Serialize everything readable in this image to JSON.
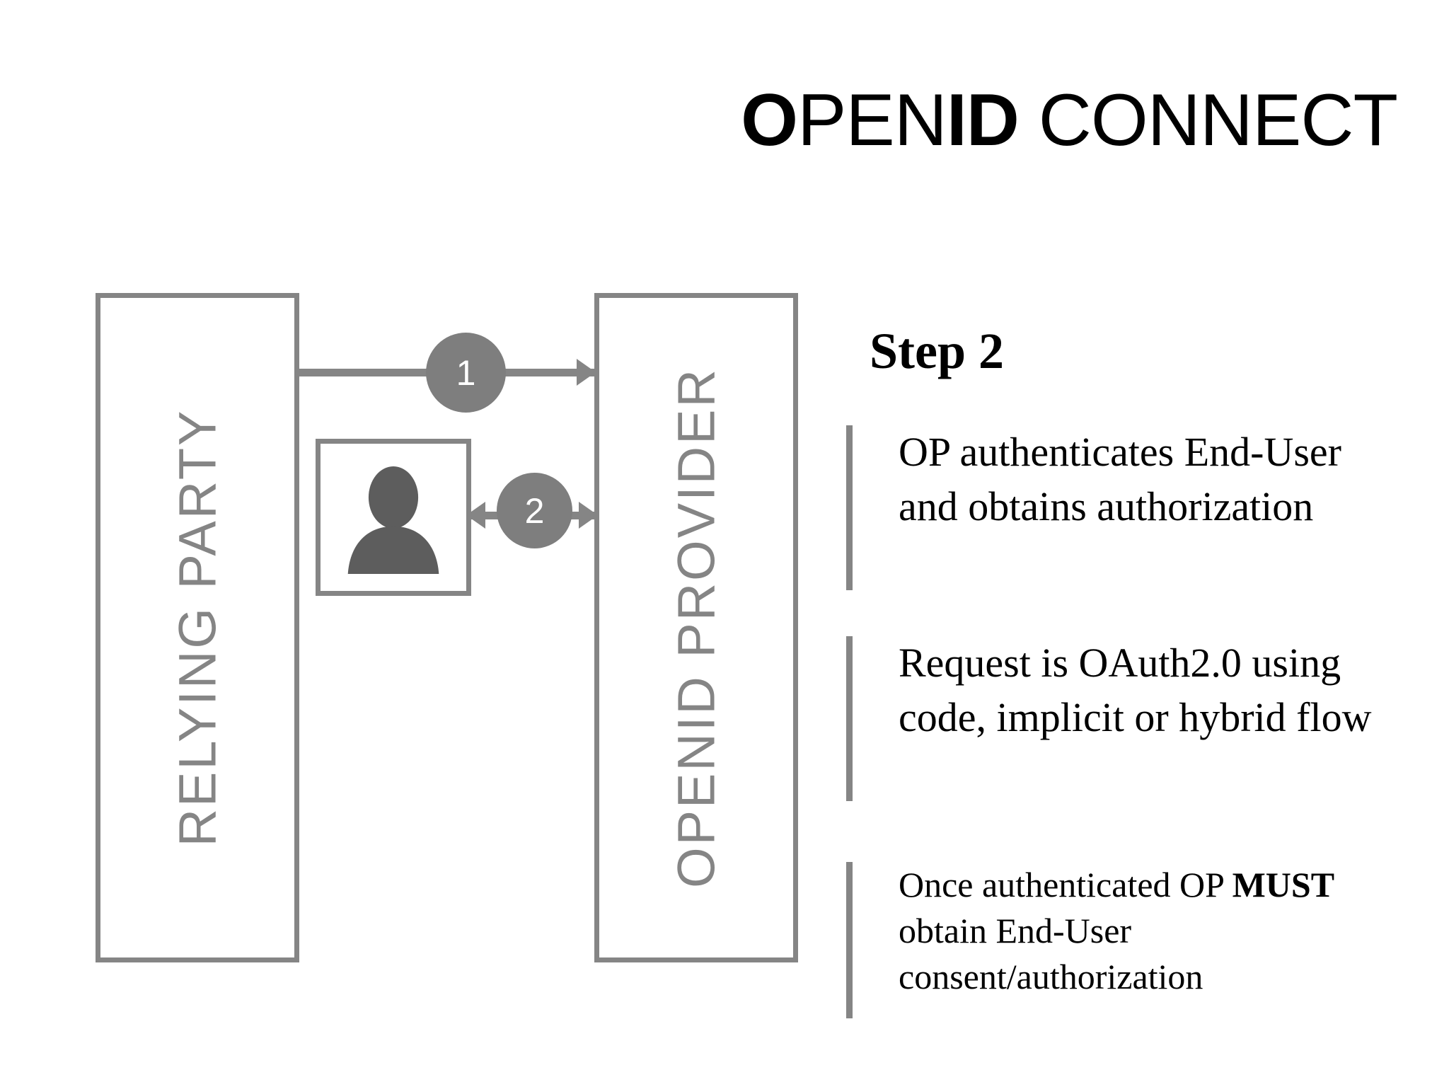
{
  "slide": {
    "title": {
      "segment_1": "O",
      "segment_2": "PEN",
      "segment_3": "ID",
      "segment_4": " CONNECT",
      "full_text": "OPENID CONNECT"
    },
    "background_color": "#ffffff",
    "accent_gray": "#858585",
    "badge_gray": "#7e7e7e",
    "text_color": "#000000"
  },
  "diagram": {
    "relying_party": {
      "label": "RELYING PARTY",
      "orientation": "vertical-bottom-to-top"
    },
    "openid_provider": {
      "label": "OPENID PROVIDER",
      "orientation": "vertical-bottom-to-top"
    },
    "end_user": {
      "icon_name": "user-silhouette-icon",
      "label": ""
    },
    "flows": [
      {
        "number": "1",
        "from": "RELYING PARTY",
        "to": "OPENID PROVIDER",
        "direction": "one-way-right"
      },
      {
        "number": "2",
        "from": "End-User",
        "to": "OPENID PROVIDER",
        "direction": "two-way"
      }
    ]
  },
  "panel": {
    "step_title": "Step 2",
    "bullets": [
      {
        "id": "bullet-1",
        "text": "OP authenticates End-User and obtains authorization",
        "bold_span": "",
        "emphasis": "none"
      },
      {
        "id": "bullet-2",
        "text": "Request is OAuth2.0 using code, implicit or hybrid flow",
        "bold_span": "",
        "emphasis": "none"
      },
      {
        "id": "bullet-3",
        "text_before": "Once authenticated OP ",
        "bold_span": "MUST",
        "text_after": " obtain End-User consent/authorization",
        "emphasis": "partial-bold"
      }
    ]
  }
}
